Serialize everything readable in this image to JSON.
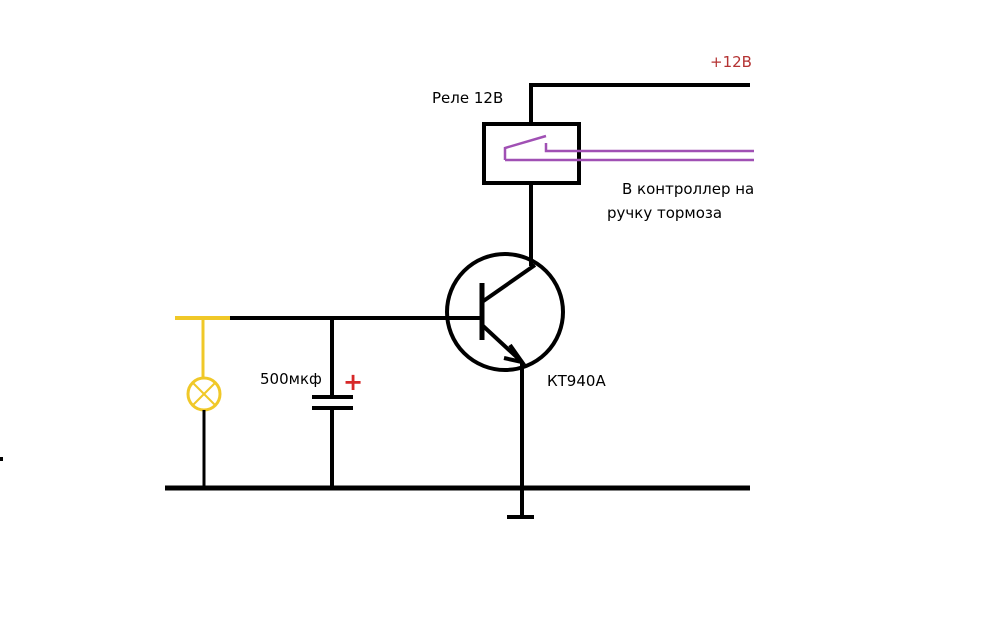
{
  "labels": {
    "supply": "+12В",
    "relay": "Реле 12В",
    "controller_line1": "В контроллер на",
    "controller_line2": "ручку тормоза",
    "capacitor": "500мкф",
    "capacitor_polarity": "+",
    "transistor": "КТ940А"
  },
  "colors": {
    "wire": "#000000",
    "lamp": "#f0c828",
    "relay_contact": "#a050b4",
    "supply_text": "#b43232",
    "polarity_mark": "#d72828"
  }
}
